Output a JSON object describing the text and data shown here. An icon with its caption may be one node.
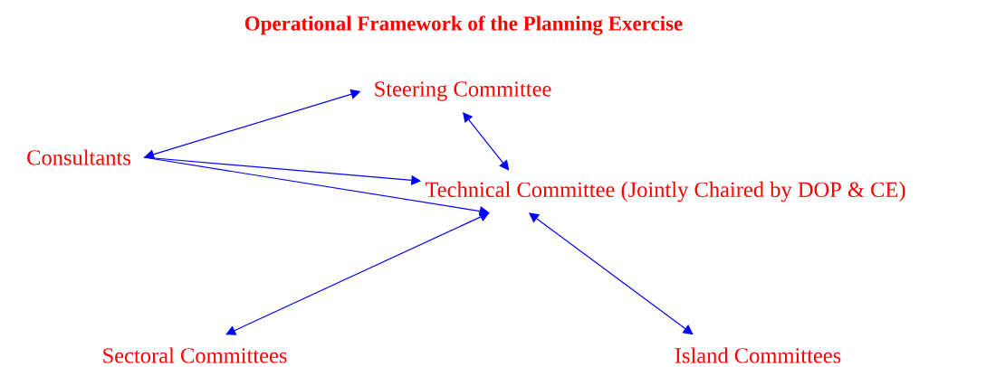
{
  "diagram": {
    "title": "Operational Framework of the Planning Exercise",
    "nodes": [
      {
        "text": [
          "Steering Committee"
        ]
      },
      {
        "text": [
          "Consultants"
        ]
      },
      {
        "text": [
          "Technical Committee (Jointly Chaired by DOP & CE)"
        ]
      },
      {
        "text": [
          "Sectoral Committees"
        ]
      },
      {
        "text": [
          "Island Committees"
        ]
      }
    ],
    "edges": [
      {
        "from": 1,
        "to": 0,
        "arrow": "both"
      },
      {
        "from": 1,
        "to": 2,
        "arrow": "to"
      },
      {
        "from": 1,
        "to": 2,
        "arrow": "to"
      },
      {
        "from": 0,
        "to": 2,
        "arrow": "both"
      },
      {
        "from": 2,
        "to": 3,
        "arrow": "both"
      },
      {
        "from": 2,
        "to": 4,
        "arrow": "both"
      }
    ]
  }
}
